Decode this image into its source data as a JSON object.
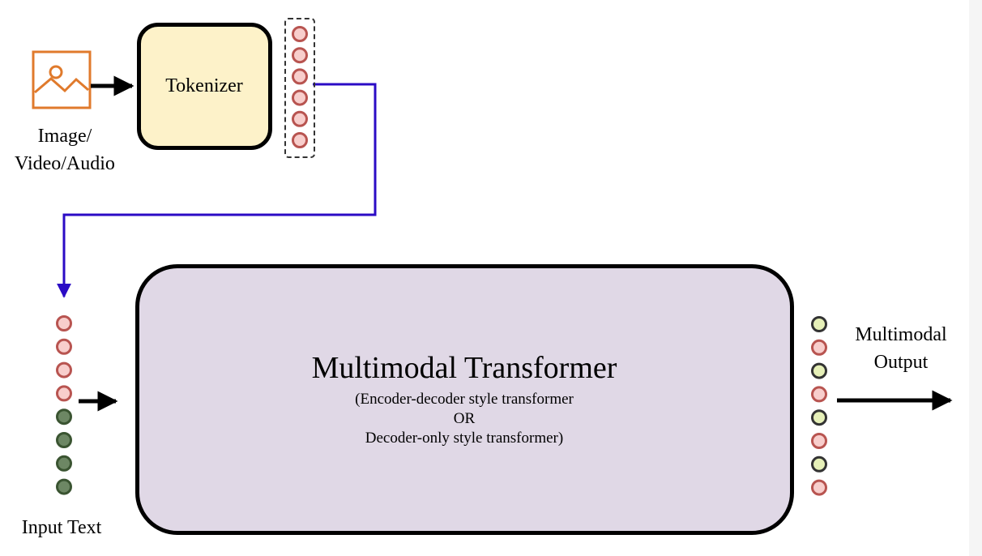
{
  "diagram": {
    "media": {
      "icon": "image-icon",
      "label_lines": [
        "Image/",
        "Video/Audio"
      ]
    },
    "tokenizer": {
      "label": "Tokenizer",
      "fill": "#fdf2c9"
    },
    "tokenizer_output_tokens": [
      "image",
      "image",
      "image",
      "image",
      "image",
      "image"
    ],
    "transformer": {
      "title": "Multimodal Transformer",
      "subtitle_lines": [
        "(Encoder-decoder style transformer",
        "OR",
        "Decoder-only style transformer)"
      ],
      "fill": "#e0d8e6"
    },
    "input": {
      "label": "Input Text",
      "tokens": [
        "image",
        "image",
        "image",
        "image",
        "text",
        "text",
        "text",
        "text"
      ]
    },
    "output": {
      "label_lines": [
        "Multimodal",
        "Output"
      ],
      "tokens": [
        "text",
        "image",
        "text",
        "image",
        "text",
        "image",
        "text",
        "image"
      ]
    },
    "token_styles": {
      "image": {
        "fill": "#f8cecc",
        "stroke": "#b85450"
      },
      "text": {
        "fill": "#6d8764",
        "stroke": "#3a5431"
      },
      "output_text": {
        "fill": "#e6f0b8",
        "stroke": "#333333"
      }
    },
    "colors": {
      "connector": "#2b0bc5",
      "arrow": "#000000",
      "icon": "#e07a2c"
    }
  }
}
